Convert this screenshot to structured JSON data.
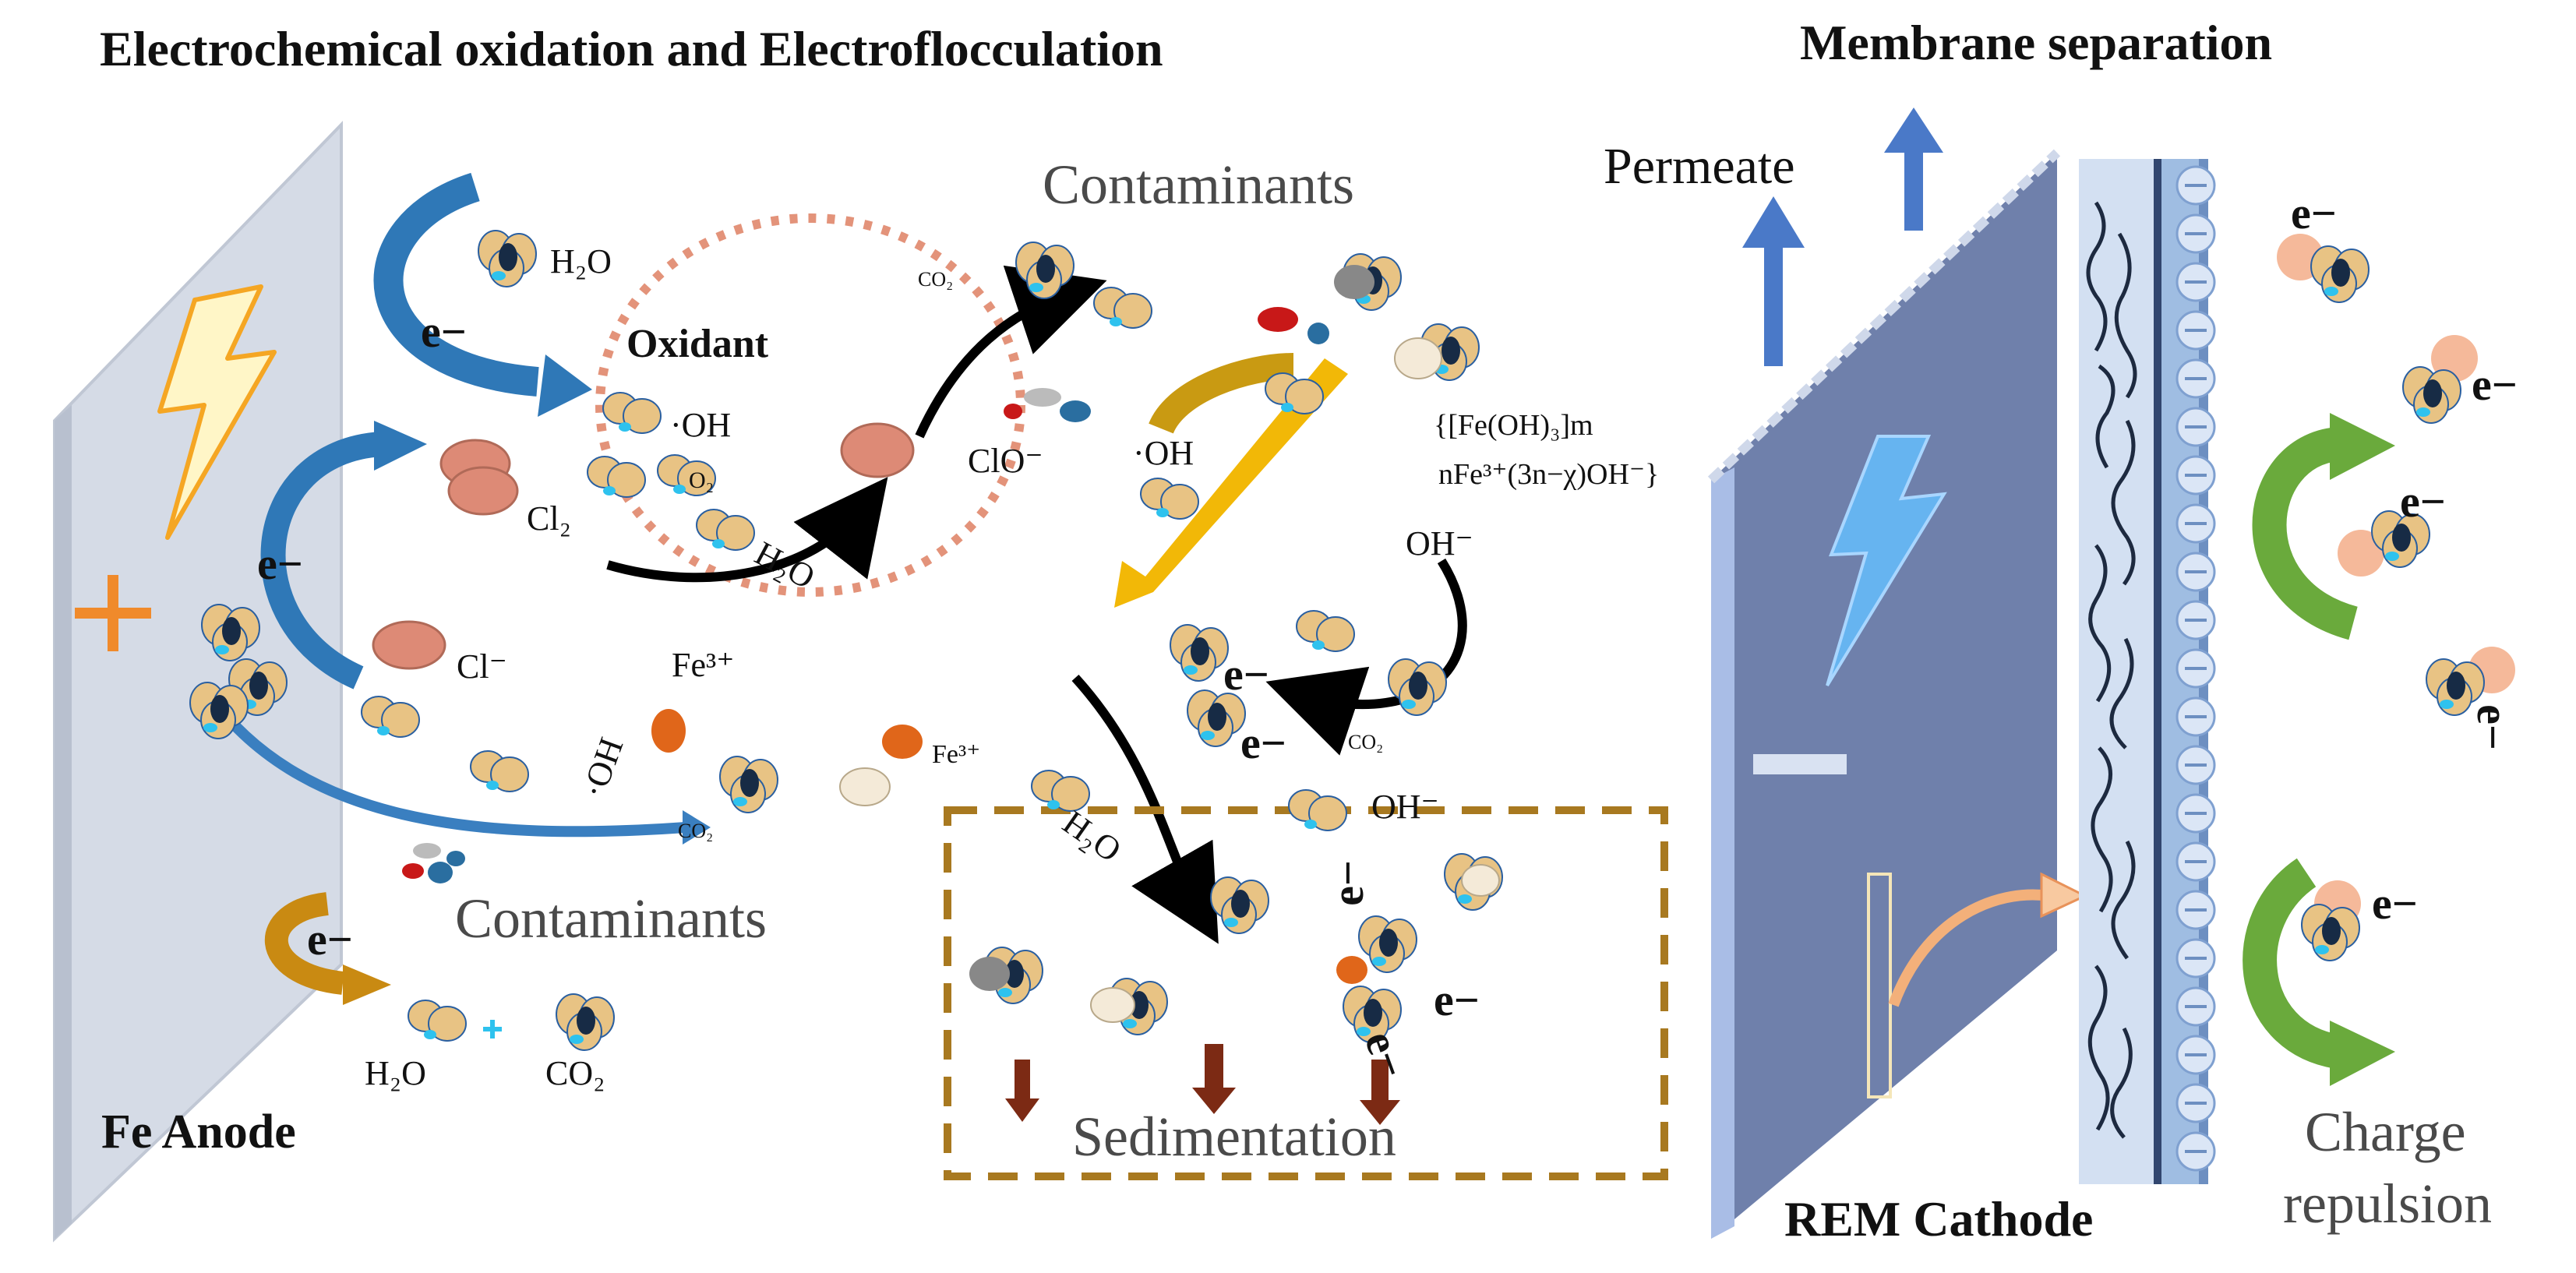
{
  "headings": {
    "left": "Electrochemical oxidation and Electroflocculation",
    "right": "Membrane separation"
  },
  "labels": {
    "fe_anode": "Fe Anode",
    "rem_cathode": "REM Cathode",
    "permeate": "Permeate",
    "contaminants_top": "Contaminants",
    "contaminants_bottom": "Contaminants",
    "sedimentation": "Sedimentation",
    "charge": "Charge",
    "repulsion": "repulsion",
    "oxidant": "Oxidant",
    "plus_sign": "+",
    "minus_sign": "—"
  },
  "species": {
    "electron": "e−",
    "h2o": "H₂O",
    "cl2": "Cl₂",
    "cl_minus": "Cl⁻",
    "oh_radical": "·OH",
    "o2": "O₂",
    "co2": "CO₂",
    "clo_minus": "ClO⁻",
    "fe3": "Fe³⁺",
    "oh_minus": "OH⁻",
    "floc_line1": "{[Fe(OH)₃]m",
    "floc_line2": "nFe³⁺(3n−χ)OH⁻}",
    "plus_small": "+"
  },
  "colors": {
    "anode_plate": "#d5dbe6",
    "cathode_plate": "#6f80ab",
    "cathode_edge": "#a9bde6",
    "blue_arrow": "#2f78b7",
    "orange_arrow": "#c98a12",
    "yellow_arrow": "#f2b807",
    "green_arrow": "#6aaa3c",
    "sediment_box": "#a87920",
    "sediment_arrow": "#7c2a14",
    "dotted_ring": "#e3937a",
    "molecule_tan": "#e8c384",
    "molecule_core": "#172b45",
    "cyan": "#2ec2ee",
    "plus_orange": "#f08a2b",
    "salmon": "#dd8a76"
  },
  "icons": [
    "lightning-icon",
    "curved-arrow-icon",
    "molecule-icon",
    "down-arrow-icon",
    "up-arrow-icon"
  ]
}
